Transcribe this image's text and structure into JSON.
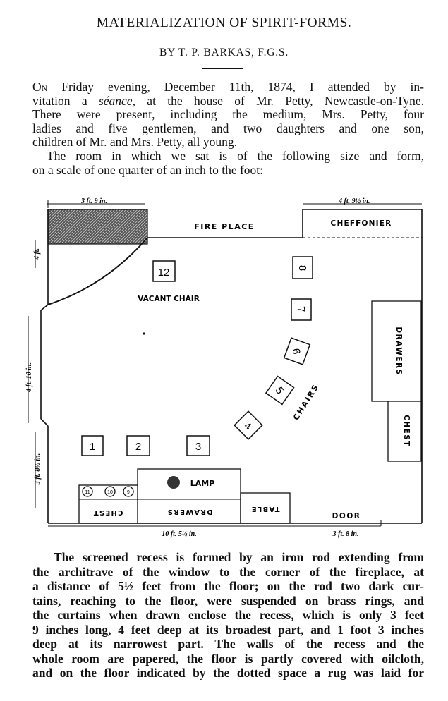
{
  "article": {
    "title": "MATERIALIZATION OF SPIRIT-FORMS.",
    "byline": "BY T. P. BARKAS, F.G.S."
  },
  "intro": {
    "line1_dropcap": "On",
    "line1_rest_a": " Friday evening, December 11th, 1874, I attended by in-",
    "line2_a": "vitation a ",
    "line2_italic": "séance,",
    "line2_b": " at the house of Mr. Petty, Newcastle-on-Tyne.",
    "line3": "There were present, including the medium, Mrs. Petty, four",
    "line4": "ladies and five gentlemen, and two daughters and one son,",
    "line5": "children of Mr. and Mrs. Petty, all young."
  },
  "scale_para": {
    "line1": "The room in which we sat is of the following size and form,",
    "line2": "on a scale of one quarter of an inch to the foot:—"
  },
  "floor_plan": {
    "dimension_top_left": "3 ft. 9 in.",
    "dimension_top_right": "4 ft. 9½ in.",
    "dimension_left_upper": "4 ft.",
    "dimension_left_middle": "4 ft. 10 in.",
    "dimension_left_lower": "3 ft. 8½ in.",
    "dimension_bottom_main": "10 ft. 5½ in.",
    "dimension_bottom_door": "3 ft. 8 in.",
    "fire_place": "FIRE PLACE",
    "cheffonier": "CHEFFONIER",
    "vacant_chair": "VACANT CHAIR",
    "drawers_right": "DRAWERS",
    "chest_right": "CHEST",
    "chairs_label": "CHAIRS",
    "lamp": "LAMP",
    "chest_bottom": "CHEST",
    "drawers_bottom": "DRAWERS",
    "table": "TABLE",
    "door": "DOOR",
    "chairs": {
      "c1": "1",
      "c2": "2",
      "c3": "3",
      "c4": "4",
      "c5": "5",
      "c6": "6",
      "c7": "7",
      "c8": "8",
      "c9": "9",
      "c10": "10",
      "c11": "11",
      "c12": "12"
    }
  },
  "body_para": {
    "line1": "The screened recess is formed by an iron rod extending from",
    "line2": "the architrave of the window to the corner of the fireplace, at",
    "line3": "a distance of 5½ feet from the floor; on the rod two dark cur-",
    "line4": "tains, reaching to the floor, were suspended on brass rings, and",
    "line5": "the curtains when drawn enclose the recess, which is only 3 feet",
    "line6": "9 inches long, 4 feet deep at its broadest part, and 1 foot 3 inches",
    "line7": "deep at its narrowest part.  The walls of the recess and the",
    "line8": "whole room are papered, the floor is partly covered with oilcloth,",
    "line9": "and on the floor indicated by the dotted space a rug was laid for"
  }
}
